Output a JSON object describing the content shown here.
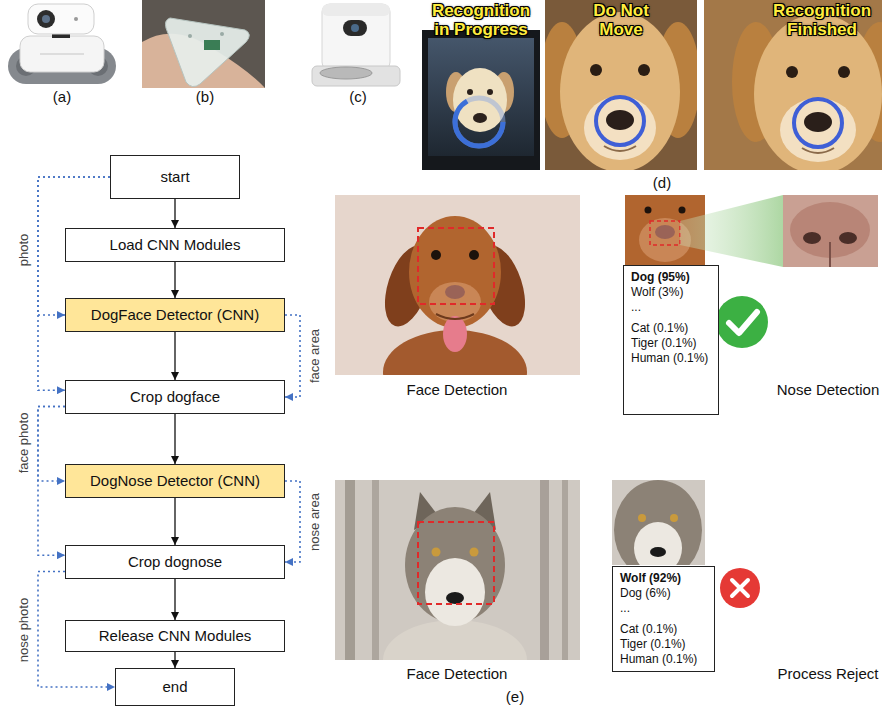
{
  "diagram": {
    "nodes": [
      {
        "text": [
          "start"
        ]
      },
      {
        "text": [
          "Load CNN Modules"
        ]
      },
      {
        "text": [
          "DogFace Detector (CNN)"
        ]
      },
      {
        "text": [
          "Crop dogface"
        ]
      },
      {
        "text": [
          "DogNose Detector (CNN)"
        ]
      },
      {
        "text": [
          "Crop dognose"
        ]
      },
      {
        "text": [
          "Release CNN Modules"
        ]
      },
      {
        "text": [
          "end"
        ]
      },
      {
        "text": [
          "Dog (95%)",
          "Wolf (3%)",
          "...",
          "Cat (0.1%)",
          "Tiger (0.1%)",
          "Human (0.1%)"
        ]
      },
      {
        "text": [
          "Wolf (92%)",
          "Dog (6%)",
          "...",
          "Cat (0.1%)",
          "Tiger (0.1%)",
          "Human (0.1%)"
        ]
      }
    ],
    "edges": [
      {
        "from": 0,
        "to": 1,
        "arrow": "to"
      },
      {
        "from": 1,
        "to": 2,
        "arrow": "to"
      },
      {
        "from": 2,
        "to": 3,
        "arrow": "to"
      },
      {
        "from": 3,
        "to": 4,
        "arrow": "to"
      },
      {
        "from": 4,
        "to": 5,
        "arrow": "to"
      },
      {
        "from": 5,
        "to": 6,
        "arrow": "to"
      },
      {
        "from": 6,
        "to": 7,
        "arrow": "to"
      },
      {
        "from": 0,
        "to": 2,
        "label": "photo",
        "arrow": "to"
      },
      {
        "from": 0,
        "to": 3,
        "arrow": "to"
      },
      {
        "from": 2,
        "to": 3,
        "label": "face area",
        "arrow": "to"
      },
      {
        "from": 3,
        "to": 4,
        "label": "face photo",
        "arrow": "to"
      },
      {
        "from": 3,
        "to": 5,
        "arrow": "to"
      },
      {
        "from": 4,
        "to": 5,
        "label": "nose area",
        "arrow": "to"
      },
      {
        "from": 5,
        "to": 7,
        "label": "nose photo",
        "arrow": "to"
      }
    ],
    "labels": [
      "(a)",
      "(b)",
      "(c)",
      "Recognition in Progress",
      "Do Not Move",
      "Recognition Finished",
      "(d)",
      "Face Detection",
      "Nose Detection",
      "Face Detection",
      "Process Reject",
      "(e)"
    ]
  }
}
